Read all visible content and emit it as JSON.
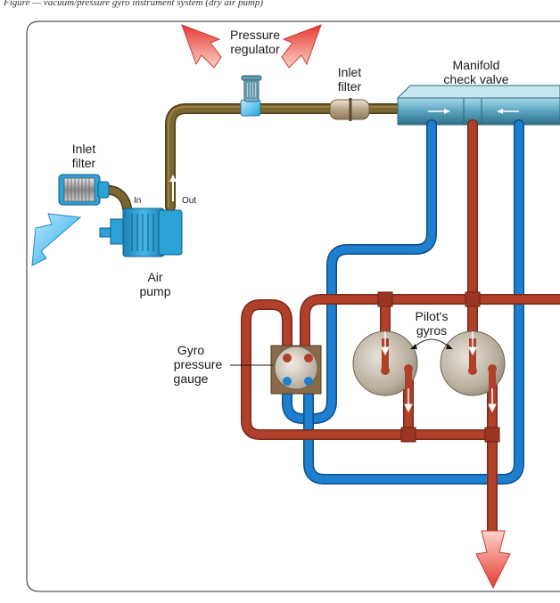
{
  "caption": "Figure — vacuum/pressure gyro instrument system (dry air pump)",
  "labels": {
    "inlet_filter_left": [
      "Inlet",
      "filter"
    ],
    "in": "In",
    "out": "Out",
    "air_pump": [
      "Air",
      "pump"
    ],
    "pressure_regulator": [
      "Pressure",
      "regulator"
    ],
    "inlet_filter_top": [
      "Inlet",
      "filter"
    ],
    "manifold_check_valve": [
      "Manifold",
      "check valve"
    ],
    "pilots_gyros": [
      "Pilot's",
      "gyros"
    ],
    "gyro_pressure_gauge": [
      "Gyro",
      "pressure",
      "gauge"
    ]
  },
  "colors": {
    "supply_line": "#7a6630",
    "pressure_line": "#b0402a",
    "return_line": "#1e7fcf",
    "intake_arrow": "#39b6ee",
    "exhaust_arrow": "#e8473c",
    "pump_body": "#2ba3d6",
    "gyro_case": "#b8ae9e",
    "gauge_case": "#8a6a48"
  },
  "icons": {
    "intake": "intake-arrow-icon",
    "exhaust": "exhaust-arrow-icon",
    "flow": "flow-arrow-icon"
  }
}
